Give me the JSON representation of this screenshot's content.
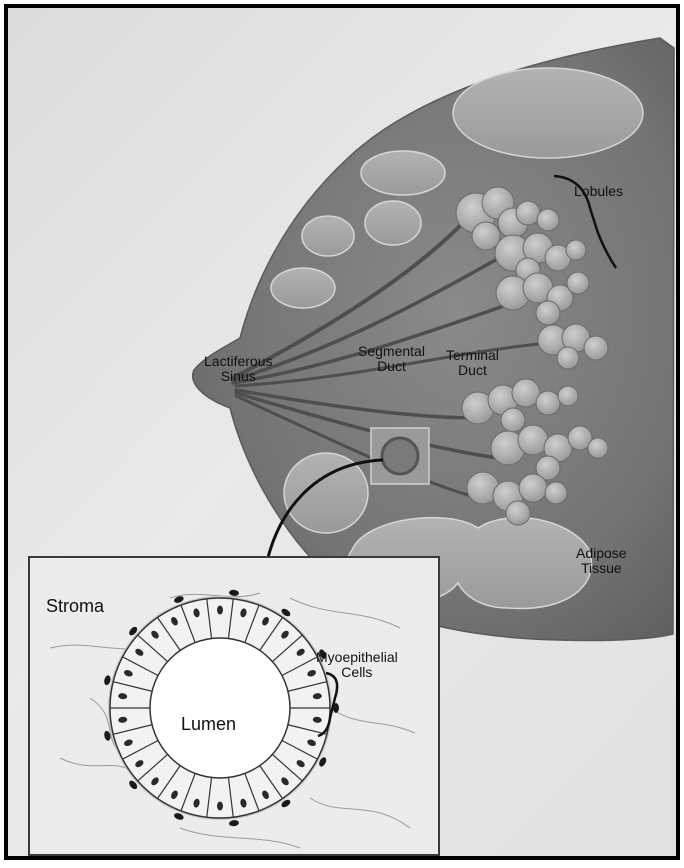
{
  "labels": {
    "lobules": "Lobules",
    "lactiferous_sinus": [
      "Lactiferous",
      "Sinus"
    ],
    "segmental_duct": [
      "Segmental",
      "Duct"
    ],
    "terminal_duct": [
      "Terminal",
      "Duct"
    ],
    "adipose_tissue": [
      "Adipose",
      "Tissue"
    ],
    "stroma": "Stroma",
    "lumen": "Lumen",
    "myoepithelial_cells": [
      "Myoepithelial",
      "Cells"
    ]
  },
  "colors": {
    "breast_tissue": "#777777",
    "lobule": "#a8a8a8",
    "adipose": "#9c9c9c",
    "background": "#e4e4e4"
  }
}
